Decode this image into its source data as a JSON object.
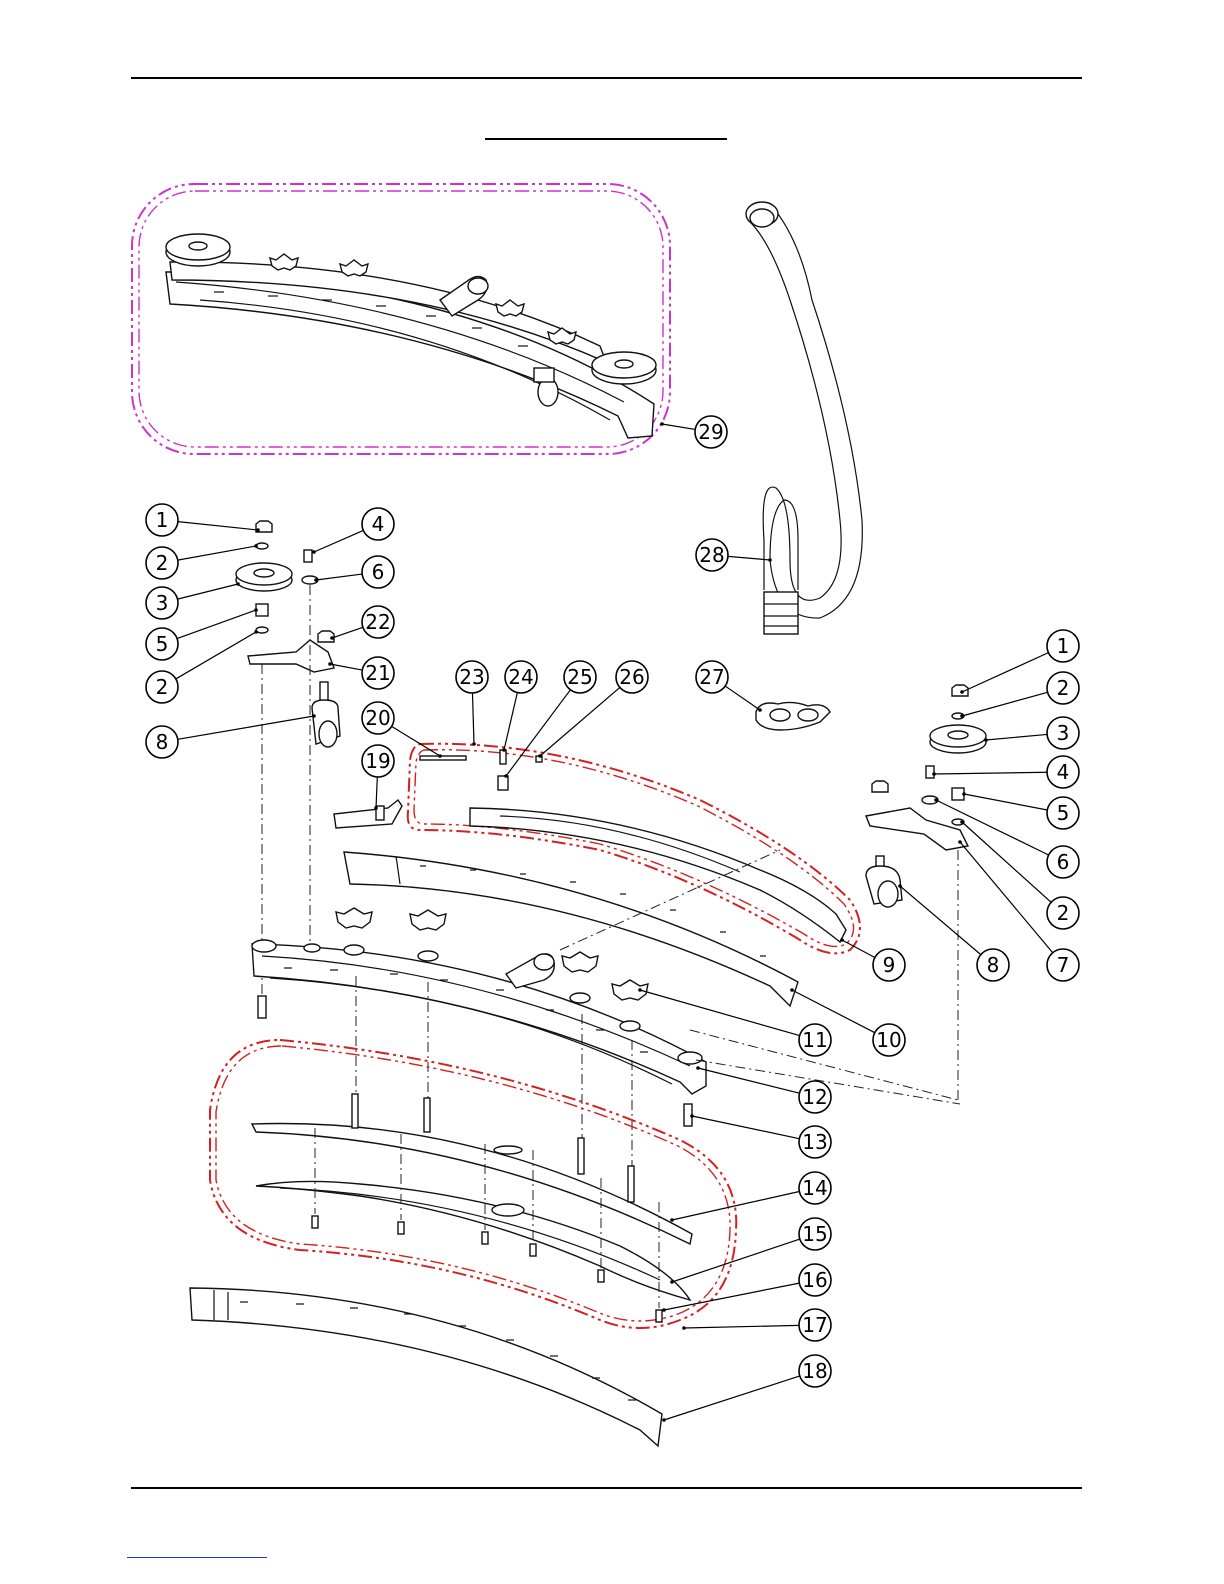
{
  "colors": {
    "assembly_outline_magenta": "#cc33cc",
    "assembly_outline_red": "#d42020",
    "footer_link": "#1a3cc8",
    "line": "#000000"
  },
  "callouts": [
    {
      "id": "c29",
      "label": "29"
    },
    {
      "id": "c1a",
      "label": "1"
    },
    {
      "id": "c2a",
      "label": "2"
    },
    {
      "id": "c3a",
      "label": "3"
    },
    {
      "id": "c5a",
      "label": "5"
    },
    {
      "id": "c2b",
      "label": "2"
    },
    {
      "id": "c8a",
      "label": "8"
    },
    {
      "id": "c4a",
      "label": "4"
    },
    {
      "id": "c6a",
      "label": "6"
    },
    {
      "id": "c22",
      "label": "22"
    },
    {
      "id": "c21",
      "label": "21"
    },
    {
      "id": "c20",
      "label": "20"
    },
    {
      "id": "c19",
      "label": "19"
    },
    {
      "id": "c23",
      "label": "23"
    },
    {
      "id": "c24",
      "label": "24"
    },
    {
      "id": "c25",
      "label": "25"
    },
    {
      "id": "c26",
      "label": "26"
    },
    {
      "id": "c28",
      "label": "28"
    },
    {
      "id": "c27",
      "label": "27"
    },
    {
      "id": "c1b",
      "label": "1"
    },
    {
      "id": "c2c",
      "label": "2"
    },
    {
      "id": "c3b",
      "label": "3"
    },
    {
      "id": "c4b",
      "label": "4"
    },
    {
      "id": "c5b",
      "label": "5"
    },
    {
      "id": "c6b",
      "label": "6"
    },
    {
      "id": "c2d",
      "label": "2"
    },
    {
      "id": "c9",
      "label": "9"
    },
    {
      "id": "c8b",
      "label": "8"
    },
    {
      "id": "c7",
      "label": "7"
    },
    {
      "id": "c11",
      "label": "11"
    },
    {
      "id": "c10",
      "label": "10"
    },
    {
      "id": "c12",
      "label": "12"
    },
    {
      "id": "c13",
      "label": "13"
    },
    {
      "id": "c14",
      "label": "14"
    },
    {
      "id": "c15",
      "label": "15"
    },
    {
      "id": "c16",
      "label": "16"
    },
    {
      "id": "c17",
      "label": "17"
    },
    {
      "id": "c18",
      "label": "18"
    }
  ]
}
